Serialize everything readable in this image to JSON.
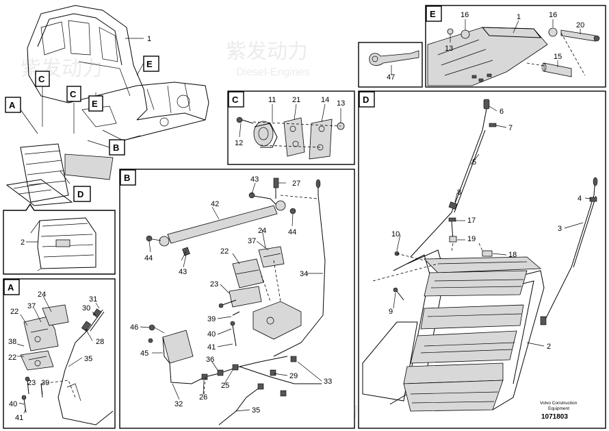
{
  "panels": {
    "A": "A",
    "B": "B",
    "C": "C",
    "D": "D",
    "E": "E"
  },
  "overview_refs": {
    "A": "A",
    "B": "B",
    "C1": "C",
    "C2": "C",
    "D": "D",
    "E1": "E",
    "E2": "E"
  },
  "parts": {
    "p1_overview": "1",
    "p2_grille": "2",
    "pA_24": "24",
    "pA_22": "22",
    "pA_37": "37",
    "pA_31": "31",
    "pA_30": "30",
    "pA_28": "28",
    "pA_38": "38",
    "pA_35": "35",
    "pA_23": "23",
    "pA_39": "39",
    "pA_40": "40",
    "pA_41": "41",
    "pC_11": "11",
    "pC_21": "21",
    "pC_14": "14",
    "pC_13": "13",
    "pC_12": "12",
    "pB_43a": "43",
    "pB_27": "27",
    "pB_42": "42",
    "pB_44a": "44",
    "pB_44b": "44",
    "pB_43b": "43",
    "pB_24": "24",
    "pB_37": "37",
    "pB_22": "22",
    "pB_23": "23",
    "pB_34": "34",
    "pB_39": "39",
    "pB_46": "46",
    "pB_40": "40",
    "pB_41": "41",
    "pB_45": "45",
    "pB_36": "36",
    "pB_29": "29",
    "pB_25": "25",
    "pB_33": "33",
    "pB_32": "32",
    "pB_26": "26",
    "pB_35": "35",
    "p47": "47",
    "pE_16a": "16",
    "pE_1": "1",
    "pE_16b": "16",
    "pE_20": "20",
    "pE_13": "13",
    "pE_15": "15",
    "pD_6": "6",
    "pD_7": "7",
    "pD_5": "5",
    "pD_4": "4",
    "pD_8": "8",
    "pD_3": "3",
    "pD_17": "17",
    "pD_10": "10",
    "pD_19": "19",
    "pD_18": "18",
    "pD_9": "9",
    "pD_2": "2"
  },
  "caption": {
    "line1": "Volvo Construction",
    "line2": "Equipment",
    "ref": "1071803"
  },
  "watermark": {
    "brand": "紫发动力",
    "sub": "Diesel-Engines"
  }
}
